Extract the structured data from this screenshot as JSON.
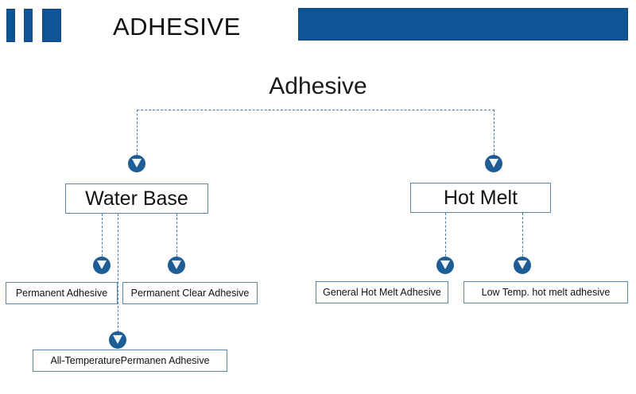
{
  "header": {
    "title": "ADHESIVE",
    "logo_name": "three-bars-logo",
    "accent_color": "#0e5597",
    "accent_bar_name": "header-accent-bar"
  },
  "diagram": {
    "type": "tree",
    "root": {
      "label": "Adhesive"
    },
    "level1": [
      {
        "label": "Water Base"
      },
      {
        "label": "Hot Melt"
      }
    ],
    "leaves": [
      {
        "label": "Permanent Adhesive",
        "parent": "Water Base"
      },
      {
        "label": "Permanent Clear Adhesive",
        "parent": "Water Base"
      },
      {
        "label": "All-TemperaturePermanen Adhesive",
        "parent": "Water Base"
      },
      {
        "label": "General Hot Melt Adhesive",
        "parent": "Hot Melt"
      },
      {
        "label": "Low Temp. hot melt adhesive",
        "parent": "Hot Melt"
      }
    ],
    "line_color": "#4a7ba7",
    "box_border_color": "#5a89ad",
    "arrow_color": "#1d5c94"
  }
}
